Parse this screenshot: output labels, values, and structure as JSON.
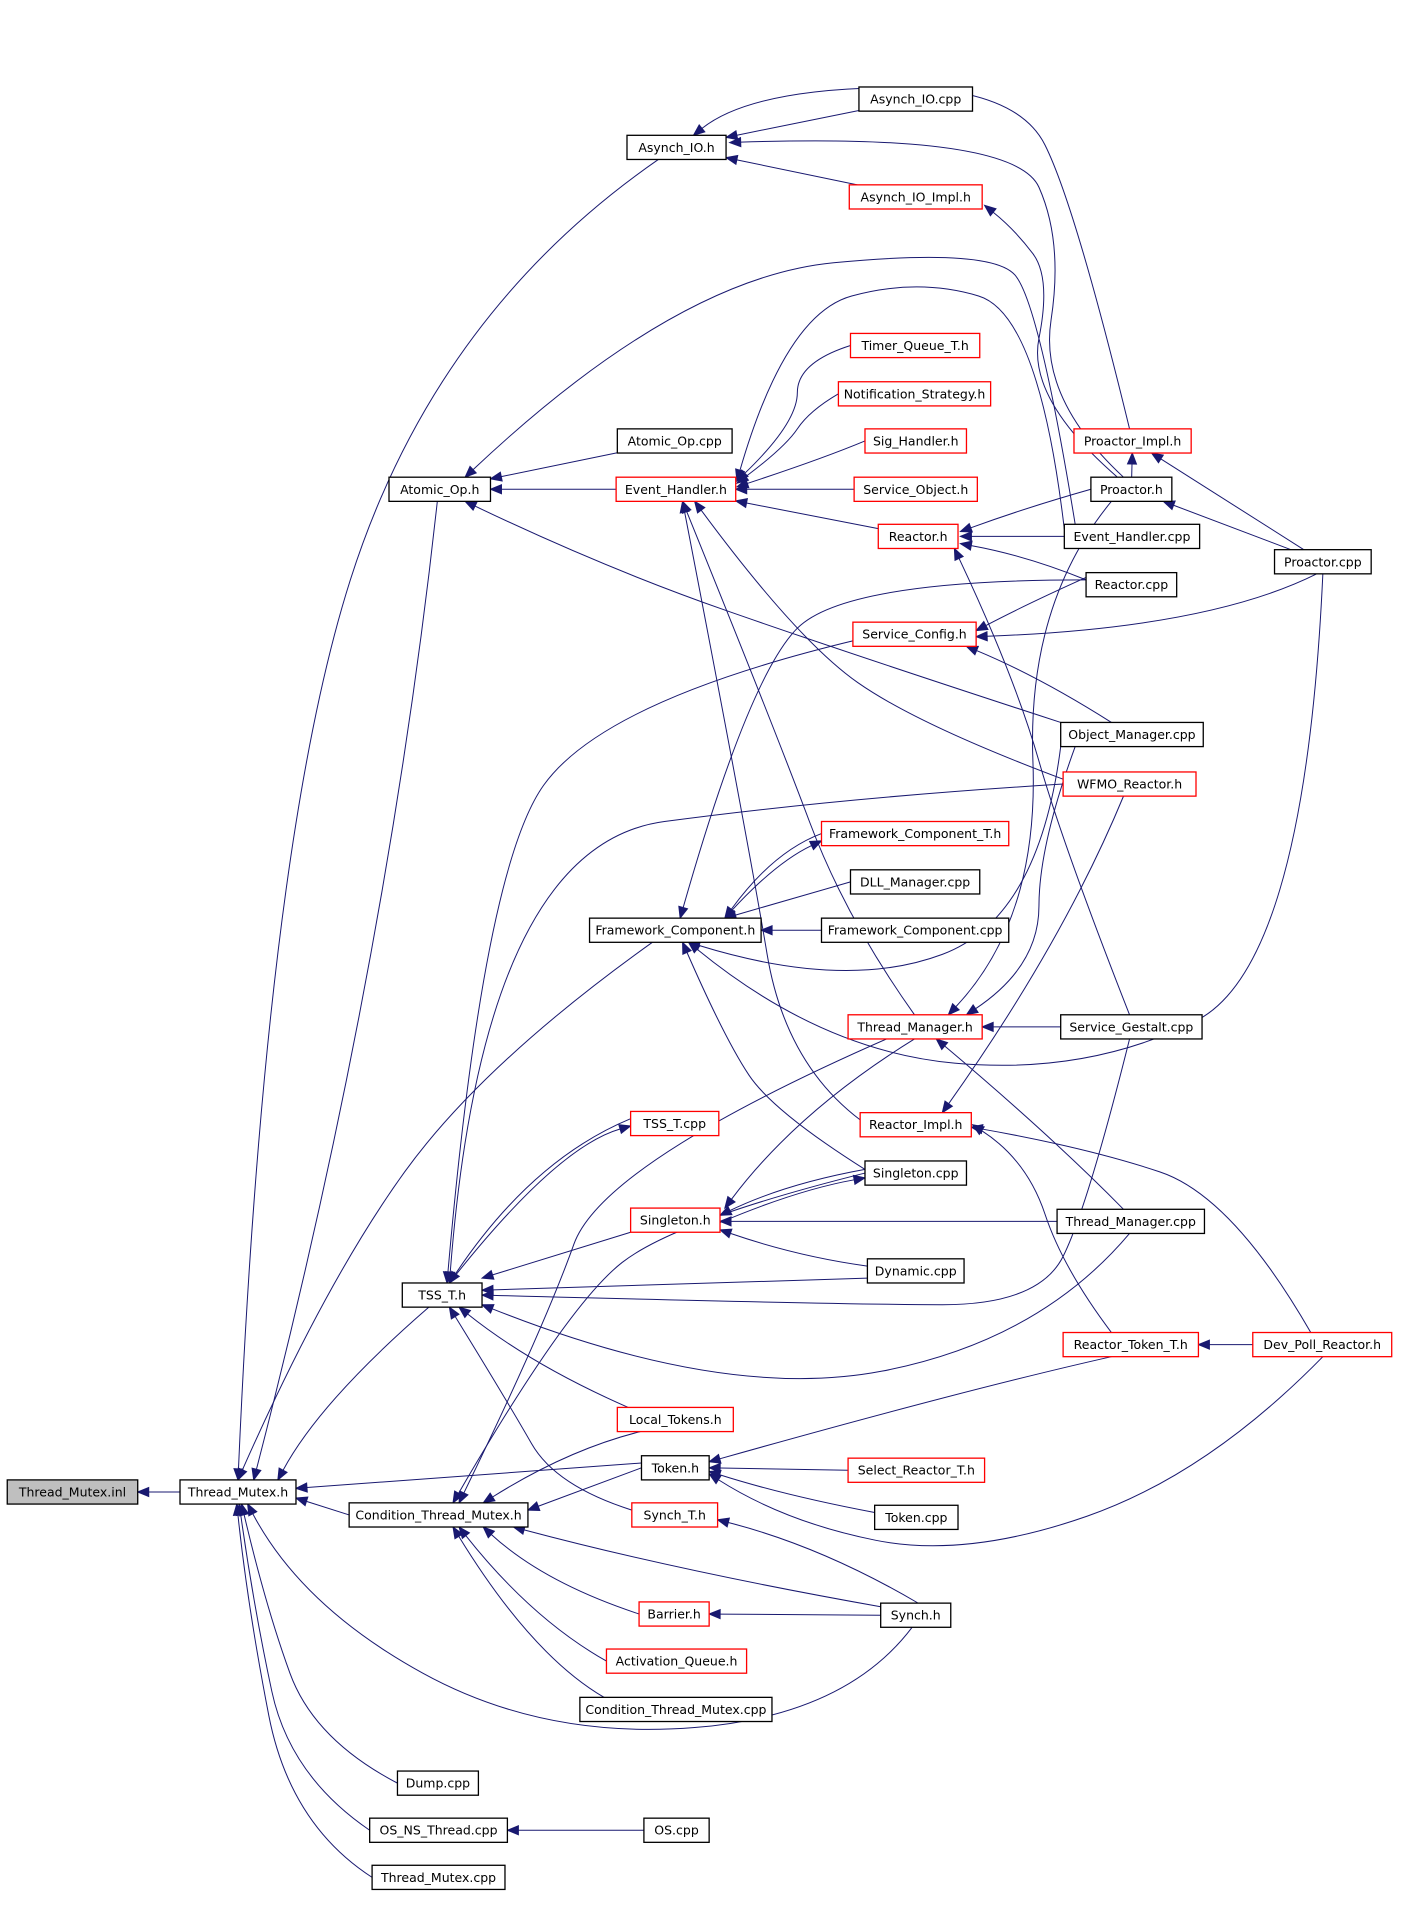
{
  "colors": {
    "edge": "#191970",
    "border_plain": "#000000",
    "border_truncated": "#ff0000",
    "focus_fill": "#bfbfbf",
    "background": "#ffffff"
  },
  "nodes": [
    {
      "id": "thread_mutex_inl",
      "label": "Thread_Mutex.inl",
      "style": "focus"
    },
    {
      "id": "thread_mutex_h",
      "label": "Thread_Mutex.h",
      "style": "plain"
    },
    {
      "id": "asynch_io_h",
      "label": "Asynch_IO.h",
      "style": "plain"
    },
    {
      "id": "asynch_io_cpp",
      "label": "Asynch_IO.cpp",
      "style": "plain"
    },
    {
      "id": "asynch_io_impl_h",
      "label": "Asynch_IO_Impl.h",
      "style": "truncated"
    },
    {
      "id": "timer_queue_t_h",
      "label": "Timer_Queue_T.h",
      "style": "truncated"
    },
    {
      "id": "notification_strategy_h",
      "label": "Notification_Strategy.h",
      "style": "truncated"
    },
    {
      "id": "atomic_op_cpp",
      "label": "Atomic_Op.cpp",
      "style": "plain"
    },
    {
      "id": "sig_handler_h",
      "label": "Sig_Handler.h",
      "style": "truncated"
    },
    {
      "id": "proactor_impl_h",
      "label": "Proactor_Impl.h",
      "style": "truncated"
    },
    {
      "id": "atomic_op_h",
      "label": "Atomic_Op.h",
      "style": "plain"
    },
    {
      "id": "event_handler_h",
      "label": "Event_Handler.h",
      "style": "truncated"
    },
    {
      "id": "service_object_h",
      "label": "Service_Object.h",
      "style": "truncated"
    },
    {
      "id": "proactor_h",
      "label": "Proactor.h",
      "style": "plain"
    },
    {
      "id": "reactor_h",
      "label": "Reactor.h",
      "style": "truncated"
    },
    {
      "id": "event_handler_cpp",
      "label": "Event_Handler.cpp",
      "style": "plain"
    },
    {
      "id": "proactor_cpp",
      "label": "Proactor.cpp",
      "style": "plain"
    },
    {
      "id": "reactor_cpp",
      "label": "Reactor.cpp",
      "style": "plain"
    },
    {
      "id": "service_config_h",
      "label": "Service_Config.h",
      "style": "truncated"
    },
    {
      "id": "object_manager_cpp",
      "label": "Object_Manager.cpp",
      "style": "plain"
    },
    {
      "id": "wfmo_reactor_h",
      "label": "WFMO_Reactor.h",
      "style": "truncated"
    },
    {
      "id": "framework_component_t_h",
      "label": "Framework_Component_T.h",
      "style": "truncated"
    },
    {
      "id": "dll_manager_cpp",
      "label": "DLL_Manager.cpp",
      "style": "plain"
    },
    {
      "id": "framework_component_h",
      "label": "Framework_Component.h",
      "style": "plain"
    },
    {
      "id": "framework_component_cpp",
      "label": "Framework_Component.cpp",
      "style": "plain"
    },
    {
      "id": "thread_manager_h",
      "label": "Thread_Manager.h",
      "style": "truncated"
    },
    {
      "id": "service_gestalt_cpp",
      "label": "Service_Gestalt.cpp",
      "style": "plain"
    },
    {
      "id": "tss_t_cpp",
      "label": "TSS_T.cpp",
      "style": "truncated"
    },
    {
      "id": "reactor_impl_h",
      "label": "Reactor_Impl.h",
      "style": "truncated"
    },
    {
      "id": "singleton_cpp",
      "label": "Singleton.cpp",
      "style": "plain"
    },
    {
      "id": "singleton_h",
      "label": "Singleton.h",
      "style": "truncated"
    },
    {
      "id": "thread_manager_cpp",
      "label": "Thread_Manager.cpp",
      "style": "plain"
    },
    {
      "id": "dynamic_cpp",
      "label": "Dynamic.cpp",
      "style": "plain"
    },
    {
      "id": "tss_t_h",
      "label": "TSS_T.h",
      "style": "plain"
    },
    {
      "id": "reactor_token_t_h",
      "label": "Reactor_Token_T.h",
      "style": "truncated"
    },
    {
      "id": "dev_poll_reactor_h",
      "label": "Dev_Poll_Reactor.h",
      "style": "truncated"
    },
    {
      "id": "local_tokens_h",
      "label": "Local_Tokens.h",
      "style": "truncated"
    },
    {
      "id": "token_h",
      "label": "Token.h",
      "style": "plain"
    },
    {
      "id": "select_reactor_t_h",
      "label": "Select_Reactor_T.h",
      "style": "truncated"
    },
    {
      "id": "condition_thread_mutex_h",
      "label": "Condition_Thread_Mutex.h",
      "style": "plain"
    },
    {
      "id": "synch_t_h",
      "label": "Synch_T.h",
      "style": "truncated"
    },
    {
      "id": "token_cpp",
      "label": "Token.cpp",
      "style": "plain"
    },
    {
      "id": "barrier_h",
      "label": "Barrier.h",
      "style": "truncated"
    },
    {
      "id": "synch_h",
      "label": "Synch.h",
      "style": "plain"
    },
    {
      "id": "activation_queue_h",
      "label": "Activation_Queue.h",
      "style": "truncated"
    },
    {
      "id": "condition_thread_mutex_cpp",
      "label": "Condition_Thread_Mutex.cpp",
      "style": "plain"
    },
    {
      "id": "dump_cpp",
      "label": "Dump.cpp",
      "style": "plain"
    },
    {
      "id": "os_ns_thread_cpp",
      "label": "OS_NS_Thread.cpp",
      "style": "plain"
    },
    {
      "id": "os_cpp",
      "label": "OS.cpp",
      "style": "plain"
    },
    {
      "id": "thread_mutex_cpp",
      "label": "Thread_Mutex.cpp",
      "style": "plain"
    }
  ],
  "edges": [
    {
      "from": "thread_mutex_h",
      "to": "thread_mutex_inl"
    },
    {
      "from": "asynch_io_h",
      "to": "thread_mutex_h"
    },
    {
      "from": "asynch_io_cpp",
      "to": "asynch_io_h"
    },
    {
      "from": "asynch_io_impl_h",
      "to": "asynch_io_h"
    },
    {
      "from": "proactor_impl_h",
      "to": "asynch_io_h"
    },
    {
      "from": "proactor_h",
      "to": "asynch_io_h"
    },
    {
      "from": "proactor_h",
      "to": "asynch_io_impl_h"
    },
    {
      "from": "atomic_op_h",
      "to": "thread_mutex_h"
    },
    {
      "from": "atomic_op_cpp",
      "to": "atomic_op_h"
    },
    {
      "from": "event_handler_h",
      "to": "atomic_op_h"
    },
    {
      "from": "object_manager_cpp",
      "to": "atomic_op_h"
    },
    {
      "from": "event_handler_cpp",
      "to": "atomic_op_h"
    },
    {
      "from": "timer_queue_t_h",
      "to": "event_handler_h"
    },
    {
      "from": "notification_strategy_h",
      "to": "event_handler_h"
    },
    {
      "from": "sig_handler_h",
      "to": "event_handler_h"
    },
    {
      "from": "service_object_h",
      "to": "event_handler_h"
    },
    {
      "from": "reactor_h",
      "to": "event_handler_h"
    },
    {
      "from": "event_handler_cpp",
      "to": "event_handler_h"
    },
    {
      "from": "wfmo_reactor_h",
      "to": "event_handler_h"
    },
    {
      "from": "reactor_impl_h",
      "to": "event_handler_h"
    },
    {
      "from": "thread_manager_h",
      "to": "event_handler_h"
    },
    {
      "from": "proactor_h",
      "to": "proactor_impl_h"
    },
    {
      "from": "proactor_cpp",
      "to": "proactor_impl_h"
    },
    {
      "from": "proactor_cpp",
      "to": "proactor_h"
    },
    {
      "from": "proactor_h",
      "to": "reactor_h"
    },
    {
      "from": "event_handler_cpp",
      "to": "reactor_h"
    },
    {
      "from": "reactor_cpp",
      "to": "reactor_h"
    },
    {
      "from": "service_gestalt_cpp",
      "to": "reactor_h"
    },
    {
      "from": "reactor_cpp",
      "to": "service_config_h"
    },
    {
      "from": "proactor_cpp",
      "to": "service_config_h"
    },
    {
      "from": "object_manager_cpp",
      "to": "service_config_h"
    },
    {
      "from": "service_config_h",
      "to": "tss_t_h"
    },
    {
      "from": "wfmo_reactor_h",
      "to": "tss_t_h"
    },
    {
      "from": "reactor_cpp",
      "to": "framework_component_h"
    },
    {
      "from": "framework_component_t_h",
      "to": "framework_component_h"
    },
    {
      "from": "dll_manager_cpp",
      "to": "framework_component_h"
    },
    {
      "from": "framework_component_cpp",
      "to": "framework_component_h"
    },
    {
      "from": "object_manager_cpp",
      "to": "framework_component_h"
    },
    {
      "from": "proactor_cpp",
      "to": "framework_component_h"
    },
    {
      "from": "singleton_cpp",
      "to": "framework_component_h"
    },
    {
      "from": "framework_component_h",
      "to": "thread_mutex_h"
    },
    {
      "from": "framework_component_h",
      "to": "framework_component_t_h"
    },
    {
      "from": "service_gestalt_cpp",
      "to": "thread_manager_h"
    },
    {
      "from": "proactor_h",
      "to": "thread_manager_h"
    },
    {
      "from": "object_manager_cpp",
      "to": "thread_manager_h"
    },
    {
      "from": "wfmo_reactor_h",
      "to": "reactor_impl_h"
    },
    {
      "from": "reactor_token_t_h",
      "to": "reactor_impl_h"
    },
    {
      "from": "dev_poll_reactor_h",
      "to": "reactor_impl_h"
    },
    {
      "from": "dev_poll_reactor_h",
      "to": "reactor_token_t_h"
    },
    {
      "from": "tss_t_cpp",
      "to": "tss_t_h"
    },
    {
      "from": "tss_t_h",
      "to": "tss_t_cpp"
    },
    {
      "from": "singleton_h",
      "to": "tss_t_h"
    },
    {
      "from": "singleton_cpp",
      "to": "singleton_h"
    },
    {
      "from": "singleton_h",
      "to": "singleton_cpp"
    },
    {
      "from": "thread_manager_cpp",
      "to": "singleton_h"
    },
    {
      "from": "dynamic_cpp",
      "to": "singleton_h"
    },
    {
      "from": "thread_manager_h",
      "to": "singleton_h"
    },
    {
      "from": "thread_manager_cpp",
      "to": "thread_manager_h"
    },
    {
      "from": "dynamic_cpp",
      "to": "tss_t_h"
    },
    {
      "from": "thread_manager_cpp",
      "to": "tss_t_h"
    },
    {
      "from": "service_gestalt_cpp",
      "to": "tss_t_h"
    },
    {
      "from": "tss_t_h",
      "to": "thread_mutex_h"
    },
    {
      "from": "local_tokens_h",
      "to": "tss_t_h"
    },
    {
      "from": "synch_t_h",
      "to": "tss_t_h"
    },
    {
      "from": "token_h",
      "to": "thread_mutex_h"
    },
    {
      "from": "token_h",
      "to": "condition_thread_mutex_h"
    },
    {
      "from": "local_tokens_h",
      "to": "condition_thread_mutex_h"
    },
    {
      "from": "reactor_token_t_h",
      "to": "token_h"
    },
    {
      "from": "select_reactor_t_h",
      "to": "token_h"
    },
    {
      "from": "token_cpp",
      "to": "token_h"
    },
    {
      "from": "dev_poll_reactor_h",
      "to": "token_h"
    },
    {
      "from": "condition_thread_mutex_h",
      "to": "thread_mutex_h"
    },
    {
      "from": "synch_h",
      "to": "synch_t_h"
    },
    {
      "from": "synch_h",
      "to": "condition_thread_mutex_h"
    },
    {
      "from": "synch_h",
      "to": "barrier_h"
    },
    {
      "from": "barrier_h",
      "to": "condition_thread_mutex_h"
    },
    {
      "from": "activation_queue_h",
      "to": "condition_thread_mutex_h"
    },
    {
      "from": "condition_thread_mutex_cpp",
      "to": "condition_thread_mutex_h"
    },
    {
      "from": "thread_manager_h",
      "to": "condition_thread_mutex_h"
    },
    {
      "from": "singleton_cpp",
      "to": "condition_thread_mutex_h"
    },
    {
      "from": "synch_h",
      "to": "thread_mutex_h"
    },
    {
      "from": "dump_cpp",
      "to": "thread_mutex_h"
    },
    {
      "from": "os_ns_thread_cpp",
      "to": "thread_mutex_h"
    },
    {
      "from": "os_cpp",
      "to": "os_ns_thread_cpp"
    },
    {
      "from": "thread_mutex_cpp",
      "to": "thread_mutex_h"
    }
  ]
}
